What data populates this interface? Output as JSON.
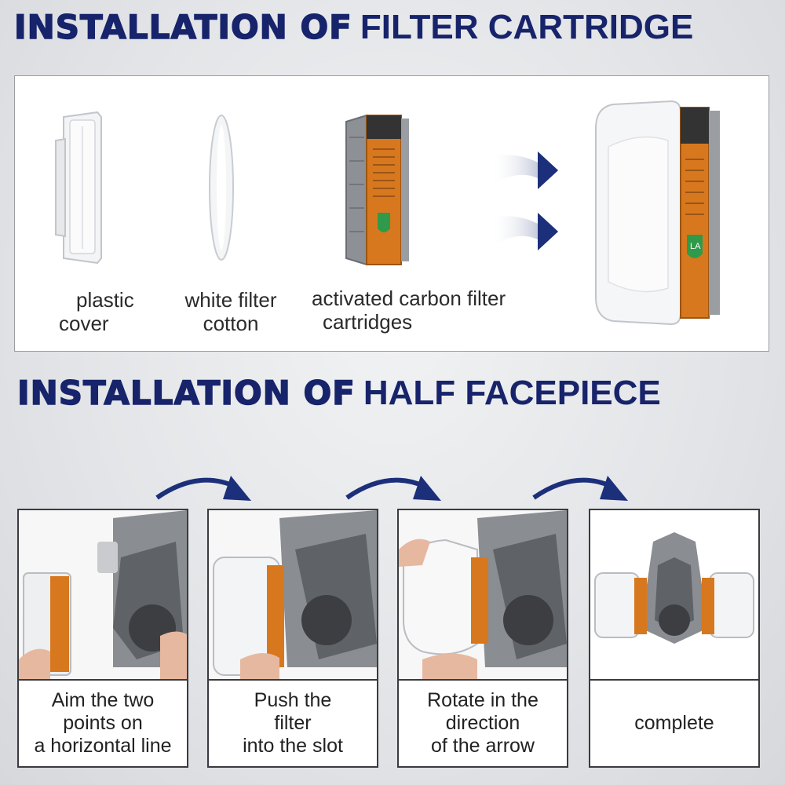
{
  "headings": {
    "filter": {
      "bold": "INSTALLATION OF",
      "normal": "FILTER CARTRIDGE"
    },
    "facepiece": {
      "bold": "INSTALLATION OF",
      "normal": "HALF FACEPIECE"
    }
  },
  "parts": [
    {
      "label_line1": "plastic",
      "label_line2": "cover"
    },
    {
      "label_line1": "white filter",
      "label_line2": "cotton"
    },
    {
      "label_line1": "activated carbon filter",
      "label_line2": "cartridges"
    }
  ],
  "cartridge_brand_text": "LA",
  "steps": [
    {
      "caption": "Aim the two\npoints on\na horizontal line"
    },
    {
      "caption": "Push the\nfilter\ninto the slot"
    },
    {
      "caption": "Rotate in the\ndirection\nof the arrow"
    },
    {
      "caption": "complete"
    }
  ],
  "colors": {
    "heading": "#17246b",
    "arrow": "#1c2f7a",
    "filter_label": "#d7781f",
    "mask_gray": "#6f7378"
  }
}
